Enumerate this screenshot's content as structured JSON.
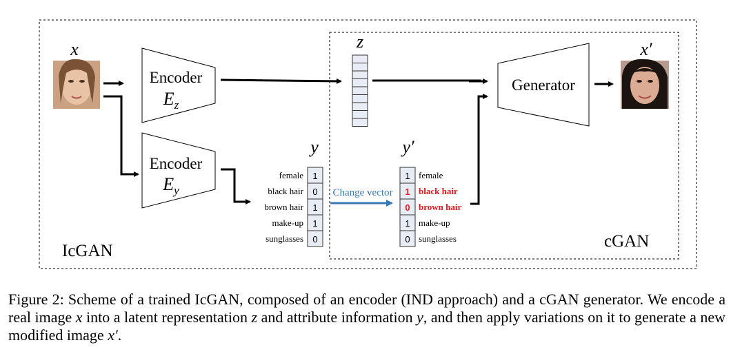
{
  "diagram": {
    "labels": {
      "input_var": "x",
      "output_var": "x′",
      "latent_var": "z",
      "attr_var": "y",
      "attr_var_mod": "y′",
      "encoder_z_title": "Encoder",
      "encoder_z_sym": "E",
      "encoder_z_sub": "z",
      "encoder_y_title": "Encoder",
      "encoder_y_sym": "E",
      "encoder_y_sub": "y",
      "generator": "Generator",
      "change_vector": "Change vector",
      "icgan": "IcGAN",
      "cgan": "cGAN"
    },
    "attributes_y": [
      {
        "name": "female",
        "value": "1"
      },
      {
        "name": "black hair",
        "value": "0"
      },
      {
        "name": "brown hair",
        "value": "1"
      },
      {
        "name": "make-up",
        "value": "1"
      },
      {
        "name": "sunglasses",
        "value": "0"
      }
    ],
    "attributes_y_prime": [
      {
        "name": "female",
        "value": "1",
        "changed": false
      },
      {
        "name": "black hair",
        "value": "1",
        "changed": true
      },
      {
        "name": "brown hair",
        "value": "0",
        "changed": true
      },
      {
        "name": "make-up",
        "value": "1",
        "changed": false
      },
      {
        "name": "sunglasses",
        "value": "0",
        "changed": false
      }
    ],
    "colors": {
      "changed": "#e8191d",
      "change_arrow": "#3a78b5",
      "cell_fill": "#e8ecf4",
      "face_input": "#d9a88a",
      "face_output": "#c98f7a"
    }
  },
  "caption": {
    "text_1": "Figure 2: Scheme of a trained IcGAN, composed of an encoder (IND approach) and a cGAN generator. We encode a real image ",
    "var_x": "x",
    "text_2": " into a latent representation ",
    "var_z": "z",
    "text_3": " and attribute information ",
    "var_y": "y",
    "text_4": ", and then apply variations on it to generate a new modified image ",
    "var_xp": "x′",
    "text_5": "."
  }
}
